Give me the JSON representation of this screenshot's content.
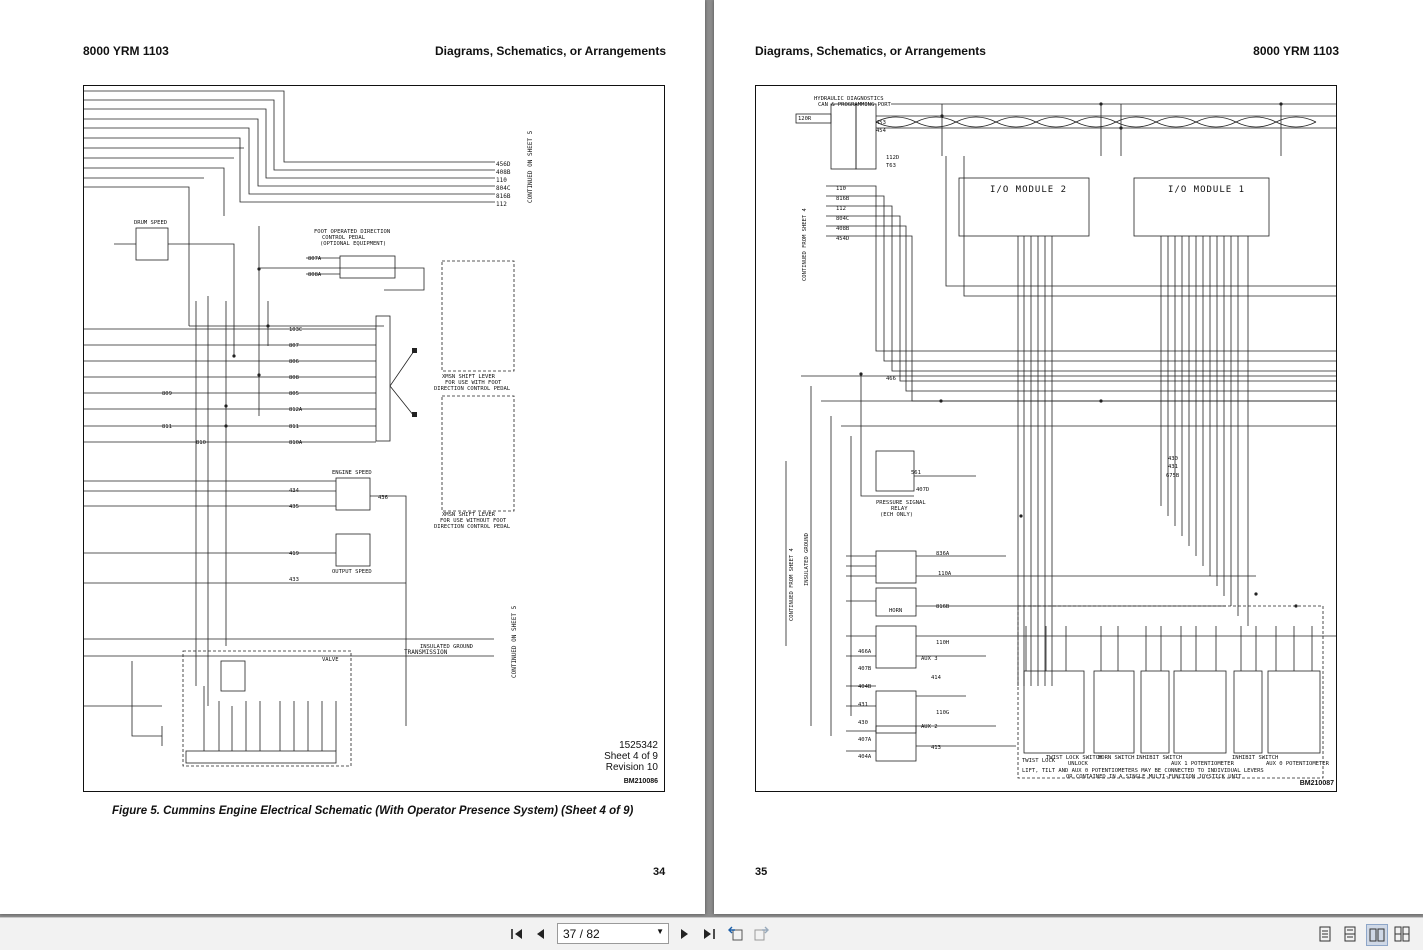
{
  "left_page": {
    "doc_code": "8000 YRM 1103",
    "section_title": "Diagrams, Schematics, or Arrangements",
    "caption": "Figure 5.  Cummins Engine Electrical Schematic (With Operator Presence System) (Sheet 4 of 9)",
    "page_number": "34",
    "drawing_number": "1525342",
    "sheet": "Sheet 4 of 9",
    "revision": "Revision 10",
    "bm_code": "BM210086",
    "schematic": {
      "continued_top": "CONTINUED ON SHEET 5",
      "continued_bottom": "CONTINUED ON SHEET 5",
      "top_wires": [
        "456D",
        "408B",
        "110",
        "804C",
        "816B",
        "112"
      ],
      "drum_speed": "DRUM SPEED",
      "foot_pedal": [
        "FOOT OPERATED DIRECTION",
        "CONTROL PEDAL",
        "(OPTIONAL EQUIPMENT)"
      ],
      "engine_speed": "ENGINE SPEED",
      "output_speed": "OUTPUT SPEED",
      "shift_lever_1": [
        "XMSN SHIFT LEVER",
        "FOR USE WITH FOOT",
        "DIRECTION CONTROL PEDAL"
      ],
      "shift_lever_2": [
        "XMSN SHIFT LEVER",
        "FOR USE WITHOUT FOOT",
        "DIRECTION CONTROL PEDAL"
      ],
      "connector_wires": [
        "103C",
        "807",
        "806",
        "808",
        "805",
        "812A",
        "811",
        "810A"
      ],
      "pedal_wires": [
        "807A",
        "808A"
      ],
      "misc_wires": [
        "809",
        "811",
        "810",
        "434",
        "435",
        "419",
        "433",
        "436"
      ],
      "insulated_ground": "INSULATED GROUND",
      "transmission": "TRANSMISSION",
      "valve": "VALVE"
    }
  },
  "right_page": {
    "section_title": "Diagrams, Schematics, or Arrangements",
    "doc_code": "8000 YRM 1103",
    "page_number": "35",
    "bm_code": "BM210087",
    "schematic": {
      "hydraulic_port": [
        "HYDRAULIC DIAGNOSTICS",
        "CAN & PROGRAMMING PORT"
      ],
      "module_2": "I/O MODULE 2",
      "module_1": "I/O MODULE 1",
      "continued_from_a": "CONTINUED FROM SHEET 4",
      "continued_from_b": "CONTINUED FROM SHEET 4",
      "insulated_ground": "INSULATED GROUND",
      "left_wires": [
        "110",
        "816B",
        "112",
        "804C",
        "408B",
        "454D"
      ],
      "port_wires": [
        "120R",
        "453",
        "454",
        "112D",
        "T63"
      ],
      "pressure_relay": [
        "PRESSURE SIGNAL",
        "RELAY",
        "(ECH ONLY)"
      ],
      "switch_labels": [
        "TWIST LOCK",
        "TWIST LOCK SWITCH",
        "UNLOCK",
        "HORN SWITCH",
        "INHIBIT SWITCH",
        "AUX 1 POTENTIOMETER",
        "INHIBIT SWITCH",
        "AUX 0 POTENTIOMETER"
      ],
      "footnote": [
        "LIFT, TILT AND AUX 0 POTENTIOMETERS MAY BE CONNECTED TO INDIVIDUAL LEVERS",
        "OR CONTAINED IN A SINGLE MULTI-FUNCTION JOYSTICK UNIT"
      ],
      "misc_wires": [
        "466",
        "561",
        "407D",
        "430",
        "431",
        "675B",
        "836A",
        "110A",
        "816B",
        "466A",
        "407B",
        "404B",
        "431",
        "430",
        "407A",
        "404A",
        "414",
        "413",
        "110H",
        "110G",
        "AUX 3",
        "AUX 2",
        "HORN"
      ]
    }
  },
  "toolbar": {
    "page_indicator": "37 / 82"
  }
}
